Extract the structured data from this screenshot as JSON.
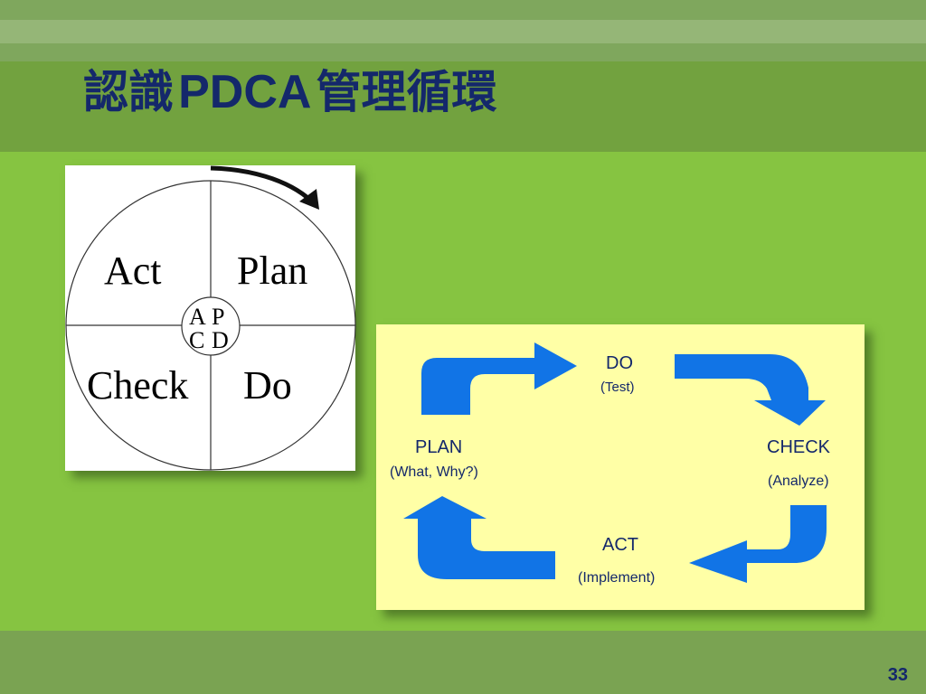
{
  "slide": {
    "title_zh_1": "認識",
    "title_en": "PDCA",
    "title_zh_2": "管理循環",
    "page_number": "33"
  },
  "wheel": {
    "act": "Act",
    "plan": "Plan",
    "check": "Check",
    "do": "Do",
    "center_a": "A",
    "center_p": "P",
    "center_c": "C",
    "center_d": "D"
  },
  "cycle": {
    "do_label": "DO",
    "do_sub": "(Test)",
    "check_label": "CHECK",
    "check_sub": "(Analyze)",
    "act_label": "ACT",
    "act_sub": "(Implement)",
    "plan_label": "PLAN",
    "plan_sub": "(What, Why?)",
    "arrow_color": "#1174e6"
  },
  "colors": {
    "background": "#86c441",
    "header_band": "#72a23f",
    "title_text": "#14286b",
    "panel_yellow": "#ffffa6"
  }
}
